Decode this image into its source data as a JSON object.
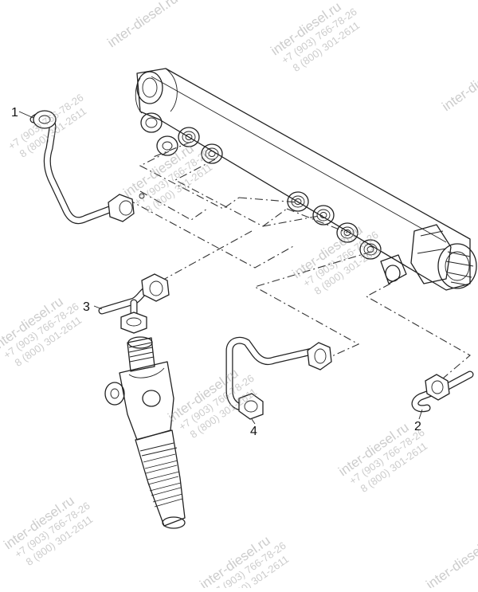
{
  "callouts": {
    "c1": "1",
    "c2": "2",
    "c3": "3",
    "c4": "4"
  },
  "watermark": {
    "site": "inter-diesel.ru",
    "phone1": "+7 (903) 766-78-26",
    "phone2": "8 (800) 301-2611"
  }
}
